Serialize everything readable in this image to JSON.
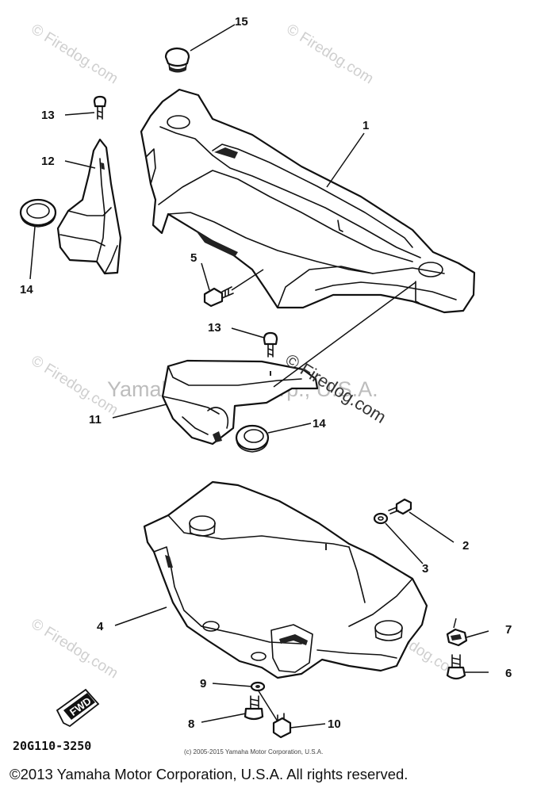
{
  "watermarks": {
    "site": "© Firedog.com",
    "center": "Yamaha Motor Corp., U.S.A."
  },
  "callouts": {
    "c1": "1",
    "c2": "2",
    "c3": "3",
    "c4": "4",
    "c5": "5",
    "c6": "6",
    "c7": "7",
    "c8": "8",
    "c9": "9",
    "c10": "10",
    "c11": "11",
    "c12": "12",
    "c13a": "13",
    "c13b": "13",
    "c14a": "14",
    "c14b": "14",
    "c15": "15"
  },
  "fwd_label": "FWD",
  "diagram_code": "20G110-3250",
  "small_copyright": "(c) 2005-2015 Yamaha Motor Corporation, U.S.A.",
  "footer_copyright": "©2013 Yamaha Motor Corporation, U.S.A. All rights reserved."
}
